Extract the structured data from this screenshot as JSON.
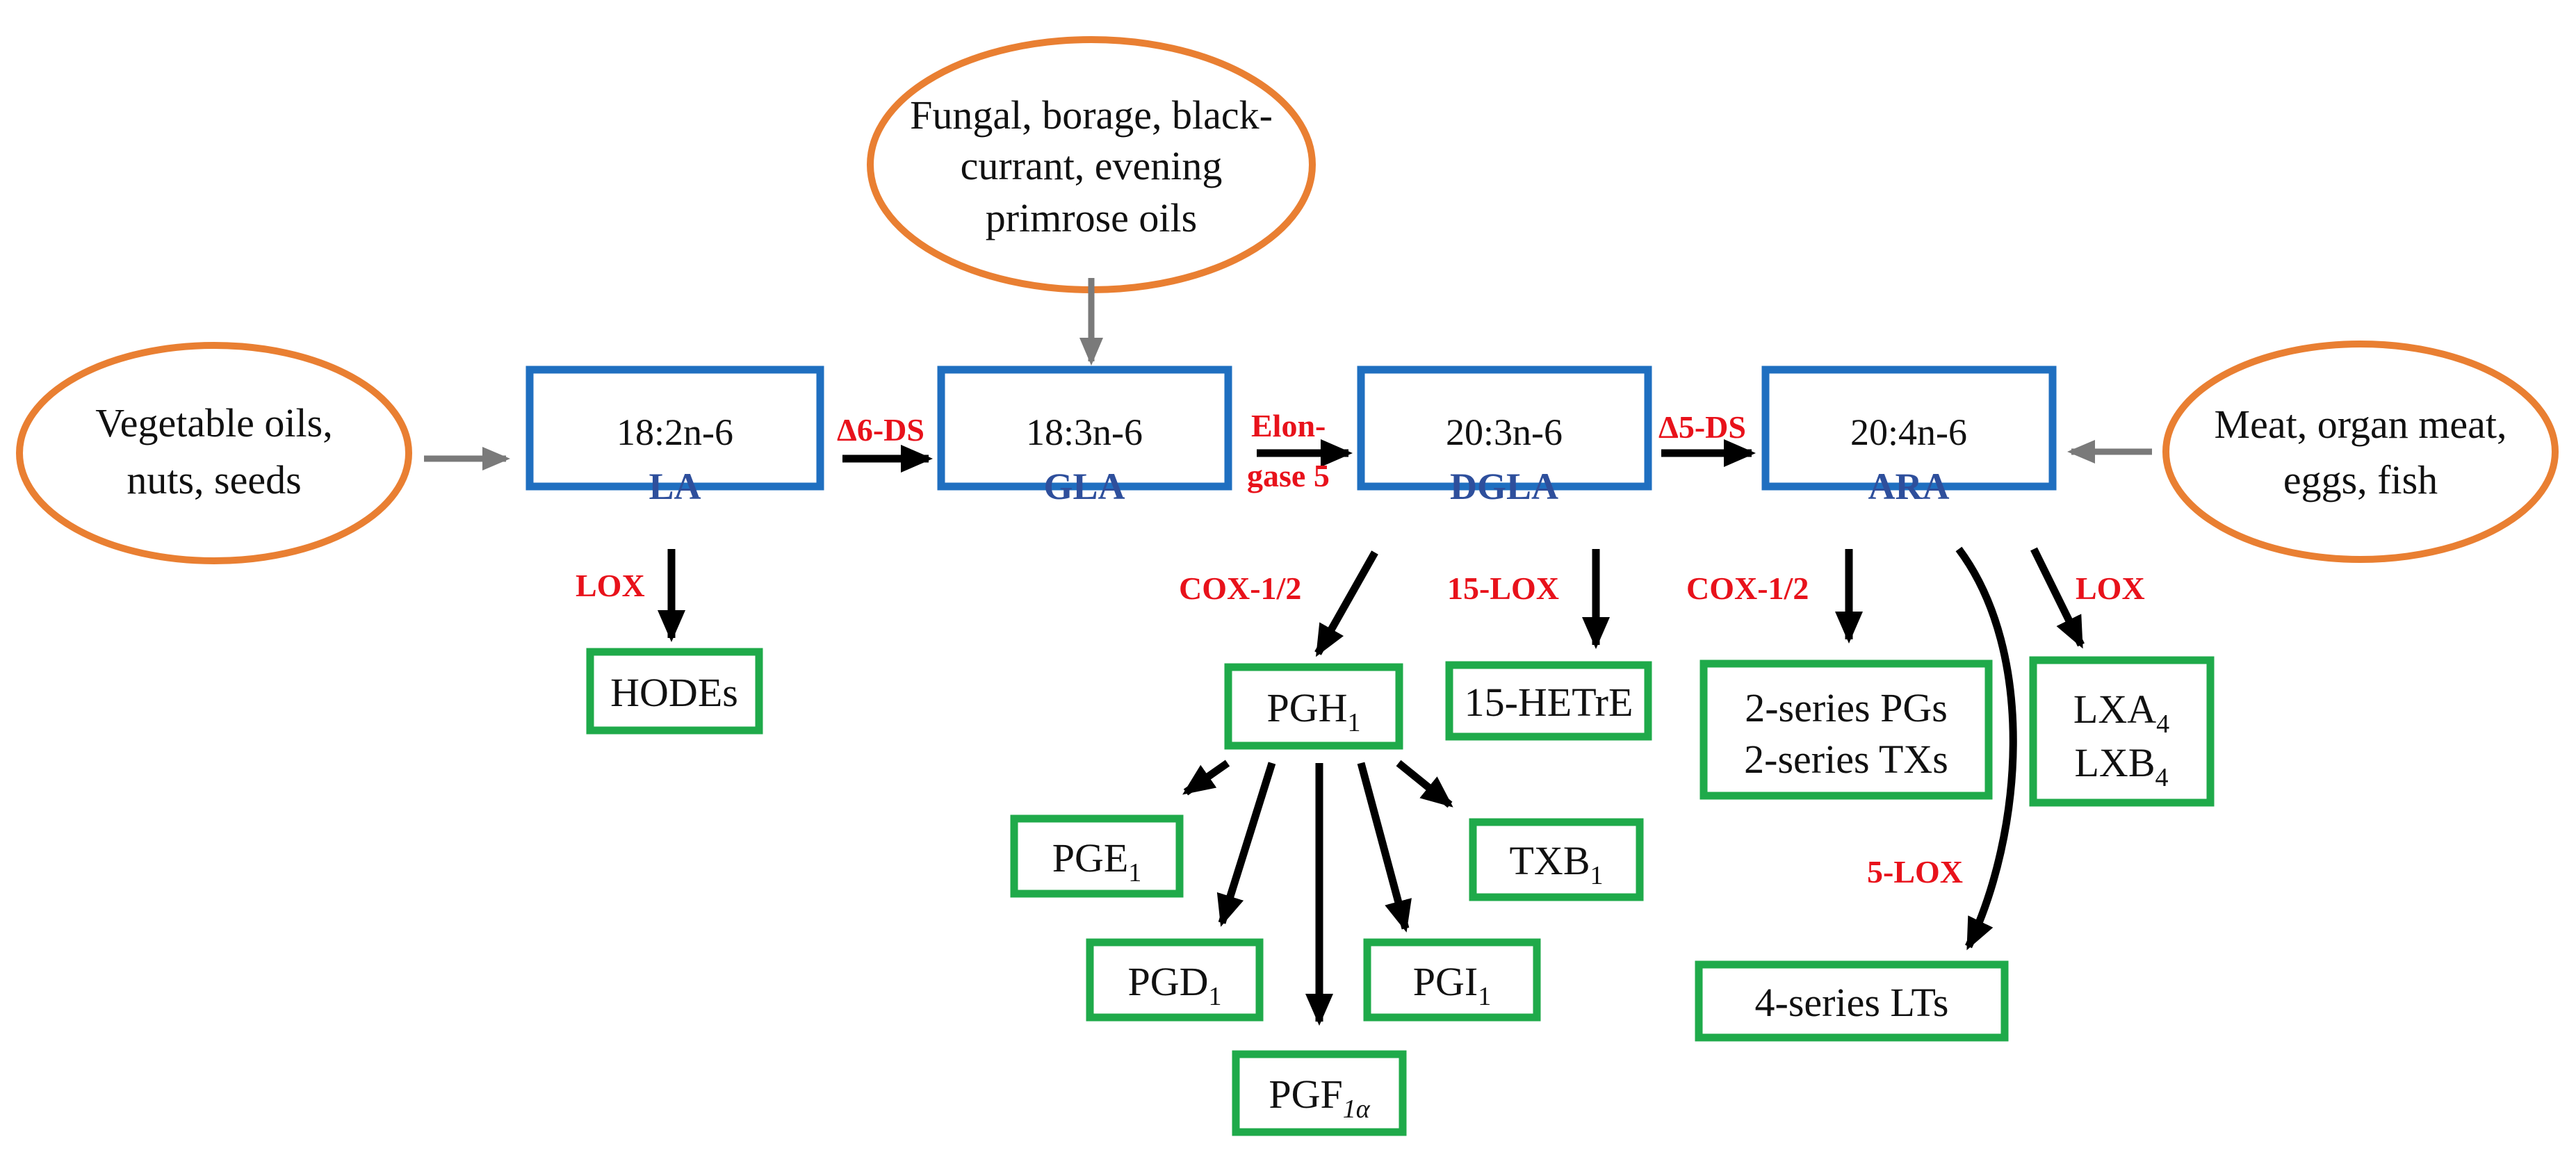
{
  "colors": {
    "source_border": "#e97f32",
    "fatty_acid_border": "#1f6fc0",
    "fatty_acid_abbr": "#2e4f9c",
    "product_border": "#1faa4a",
    "enzyme_text": "#e8121b",
    "main_arrow": "#000000",
    "source_arrow": "#7a7a7a"
  },
  "sources": {
    "vegetable": {
      "lines": [
        "Vegetable oils,",
        "nuts, seeds"
      ]
    },
    "fungal": {
      "lines": [
        "Fungal, borage, black-",
        "currant, evening",
        "primrose oils"
      ]
    },
    "meat": {
      "lines": [
        "Meat, organ meat,",
        "eggs, fish"
      ]
    }
  },
  "fatty_acids": {
    "la": {
      "code": "18:2n-6",
      "abbr": "LA"
    },
    "gla": {
      "code": "18:3n-6",
      "abbr": "GLA"
    },
    "dgla": {
      "code": "20:3n-6",
      "abbr": "DGLA"
    },
    "ara": {
      "code": "20:4n-6",
      "abbr": "ARA"
    }
  },
  "enzymes": {
    "d6ds": "Δ6-DS",
    "elongase_line1": "Elon-",
    "elongase_line2": "gase 5",
    "d5ds": "Δ5-DS",
    "la_lox": "LOX",
    "dgla_cox": "COX-1/2",
    "dgla_15lox": "15-LOX",
    "ara_cox": "COX-1/2",
    "ara_lox": "LOX",
    "ara_5lox": "5-LOX"
  },
  "products": {
    "hodes": "HODEs",
    "pgh1": {
      "base": "PGH",
      "sub": "1"
    },
    "hetre": "15-HETrE",
    "pge1": {
      "base": "PGE",
      "sub": "1"
    },
    "pgd1": {
      "base": "PGD",
      "sub": "1"
    },
    "pgf1a": {
      "base": "PGF",
      "sub": "1α"
    },
    "pgi1": {
      "base": "PGI",
      "sub": "1"
    },
    "txb1": {
      "base": "TXB",
      "sub": "1"
    },
    "ara_pgs": "2-series PGs",
    "ara_txs": "2-series TXs",
    "lxa4": {
      "base": "LXA",
      "sub": "4"
    },
    "lxb4": {
      "base": "LXB",
      "sub": "4"
    },
    "lts": "4-series LTs"
  }
}
